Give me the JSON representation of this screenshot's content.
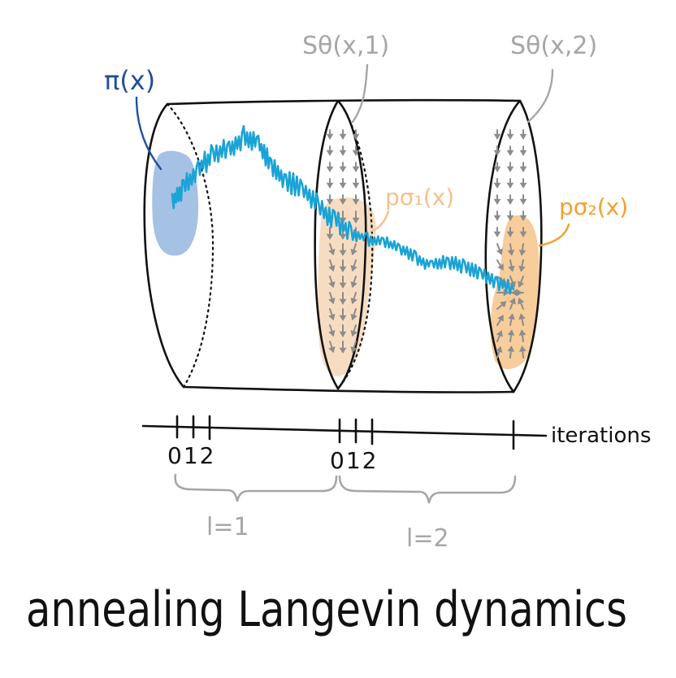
{
  "labels": {
    "pi": "π(x)",
    "score1": "Sθ(x,1)",
    "score2": "Sθ(x,2)",
    "p_sigma1": "pσ₁(x)",
    "p_sigma2": "pσ₂(x)",
    "axis_name": "iterations",
    "ticks_a": "012",
    "ticks_b": "012",
    "level1": "l=1",
    "level2": "l=2",
    "title": "annealing Langevin dynamics"
  },
  "colors": {
    "ink": "#111111",
    "trajectory": "#1aa3d6",
    "pi_blob": "#8fb1dc",
    "pi_label": "#1f4f9c",
    "annotation_gray": "#a6a6a6",
    "arrow_gray": "#8c8c8c",
    "peach_blob": "#f3d2ad",
    "p_sigma1_label": "#f5c08a",
    "orange_blob": "#f4c48a",
    "p_sigma2_label": "#f4a030"
  }
}
